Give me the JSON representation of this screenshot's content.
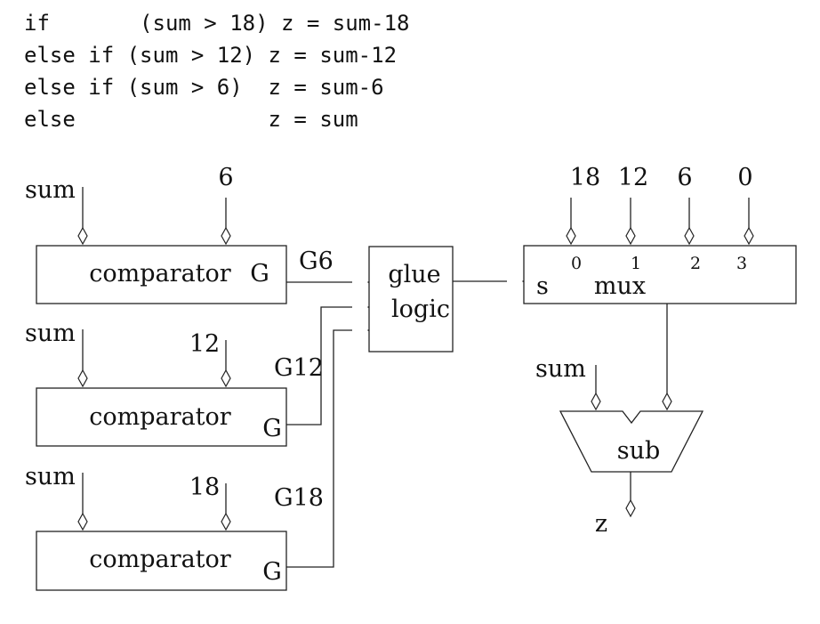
{
  "code_lines": [
    "if       (sum > 18) z = sum-18",
    "else if (sum > 12) z = sum-12",
    "else if (sum > 6)  z = sum-6",
    "else               z = sum"
  ],
  "comparators": [
    {
      "input_label": "sum",
      "constant": "6",
      "block_label": "comparator",
      "output_port": "G",
      "signal": "G6"
    },
    {
      "input_label": "sum",
      "constant": "12",
      "block_label": "comparator",
      "output_port": "G",
      "signal": "G12"
    },
    {
      "input_label": "sum",
      "constant": "18",
      "block_label": "comparator",
      "output_port": "G",
      "signal": "G18"
    }
  ],
  "glue": {
    "line1": "glue",
    "line2": "logic"
  },
  "mux": {
    "label": "mux",
    "select_label": "s",
    "inputs": [
      "18",
      "12",
      "6",
      "0"
    ],
    "ports": [
      "0",
      "1",
      "2",
      "3"
    ]
  },
  "sub": {
    "label": "sub",
    "input_label": "sum",
    "output_label": "z"
  }
}
